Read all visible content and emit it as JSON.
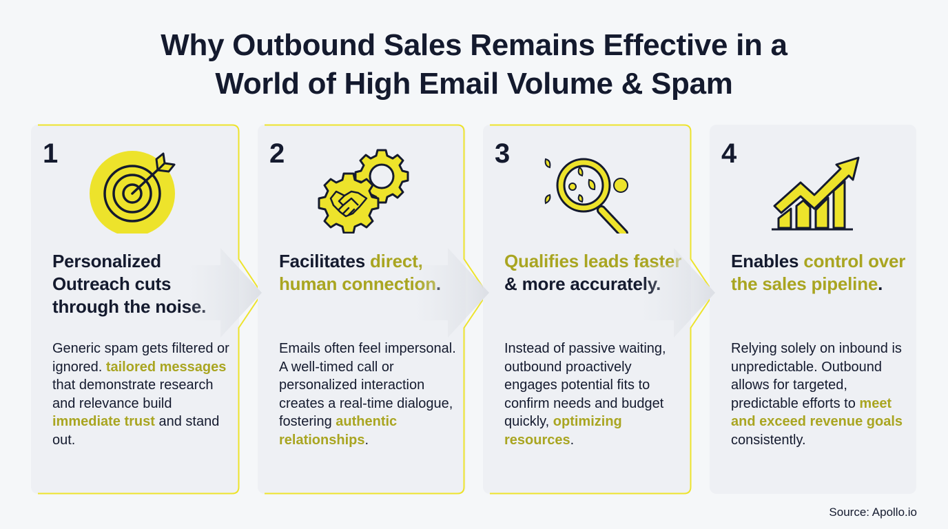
{
  "title": {
    "line1": "Why Outbound Sales Remains Effective in a",
    "line2": "World of High Email Volume & Spam"
  },
  "colors": {
    "accent_yellow": "#ede32b",
    "highlight_text": "#a9a521",
    "dark_text": "#141a2e",
    "card_bg": "#eef0f4",
    "page_bg": "#f5f7f9"
  },
  "cards": [
    {
      "number": "1",
      "icon": "target-arrow-icon",
      "heading": [
        {
          "text": "Personalized Outreach cuts through the noise.",
          "hl": false
        }
      ],
      "body": [
        {
          "text": "Generic spam gets filtered or ignored. ",
          "hl": false
        },
        {
          "text": "tailored messages",
          "hl": true
        },
        {
          "text": " that demonstrate research and relevance build ",
          "hl": false
        },
        {
          "text": "immediate trust",
          "hl": true
        },
        {
          "text": " and stand out.",
          "hl": false
        }
      ]
    },
    {
      "number": "2",
      "icon": "gears-handshake-icon",
      "heading": [
        {
          "text": "Facilitates ",
          "hl": false
        },
        {
          "text": "direct, human connection",
          "hl": true
        },
        {
          "text": ".",
          "hl": false
        }
      ],
      "body": [
        {
          "text": "Emails often feel impersonal. A well-timed call or personalized interaction creates a real-time dialogue, fostering ",
          "hl": false
        },
        {
          "text": "authentic relationships",
          "hl": true
        },
        {
          "text": ".",
          "hl": false
        }
      ]
    },
    {
      "number": "3",
      "icon": "magnifying-glass-icon",
      "heading": [
        {
          "text": "Qualifies leads faster",
          "hl": true
        },
        {
          "text": " & more accurately.",
          "hl": false
        }
      ],
      "body": [
        {
          "text": "Instead of passive waiting, outbound proactively engages potential fits to confirm needs and budget quickly, ",
          "hl": false
        },
        {
          "text": "optimizing resources",
          "hl": true
        },
        {
          "text": ".",
          "hl": false
        }
      ]
    },
    {
      "number": "4",
      "icon": "growth-chart-icon",
      "heading": [
        {
          "text": "Enables ",
          "hl": false
        },
        {
          "text": "control over the sales pipeline",
          "hl": true
        },
        {
          "text": ".",
          "hl": false
        }
      ],
      "body": [
        {
          "text": "Relying solely on inbound is unpredictable. Outbound allows for targeted, predictable efforts to ",
          "hl": false
        },
        {
          "text": "meet and exceed revenue goals",
          "hl": true
        },
        {
          "text": " consistently.",
          "hl": false
        }
      ]
    }
  ],
  "source": "Source: Apollo.io"
}
